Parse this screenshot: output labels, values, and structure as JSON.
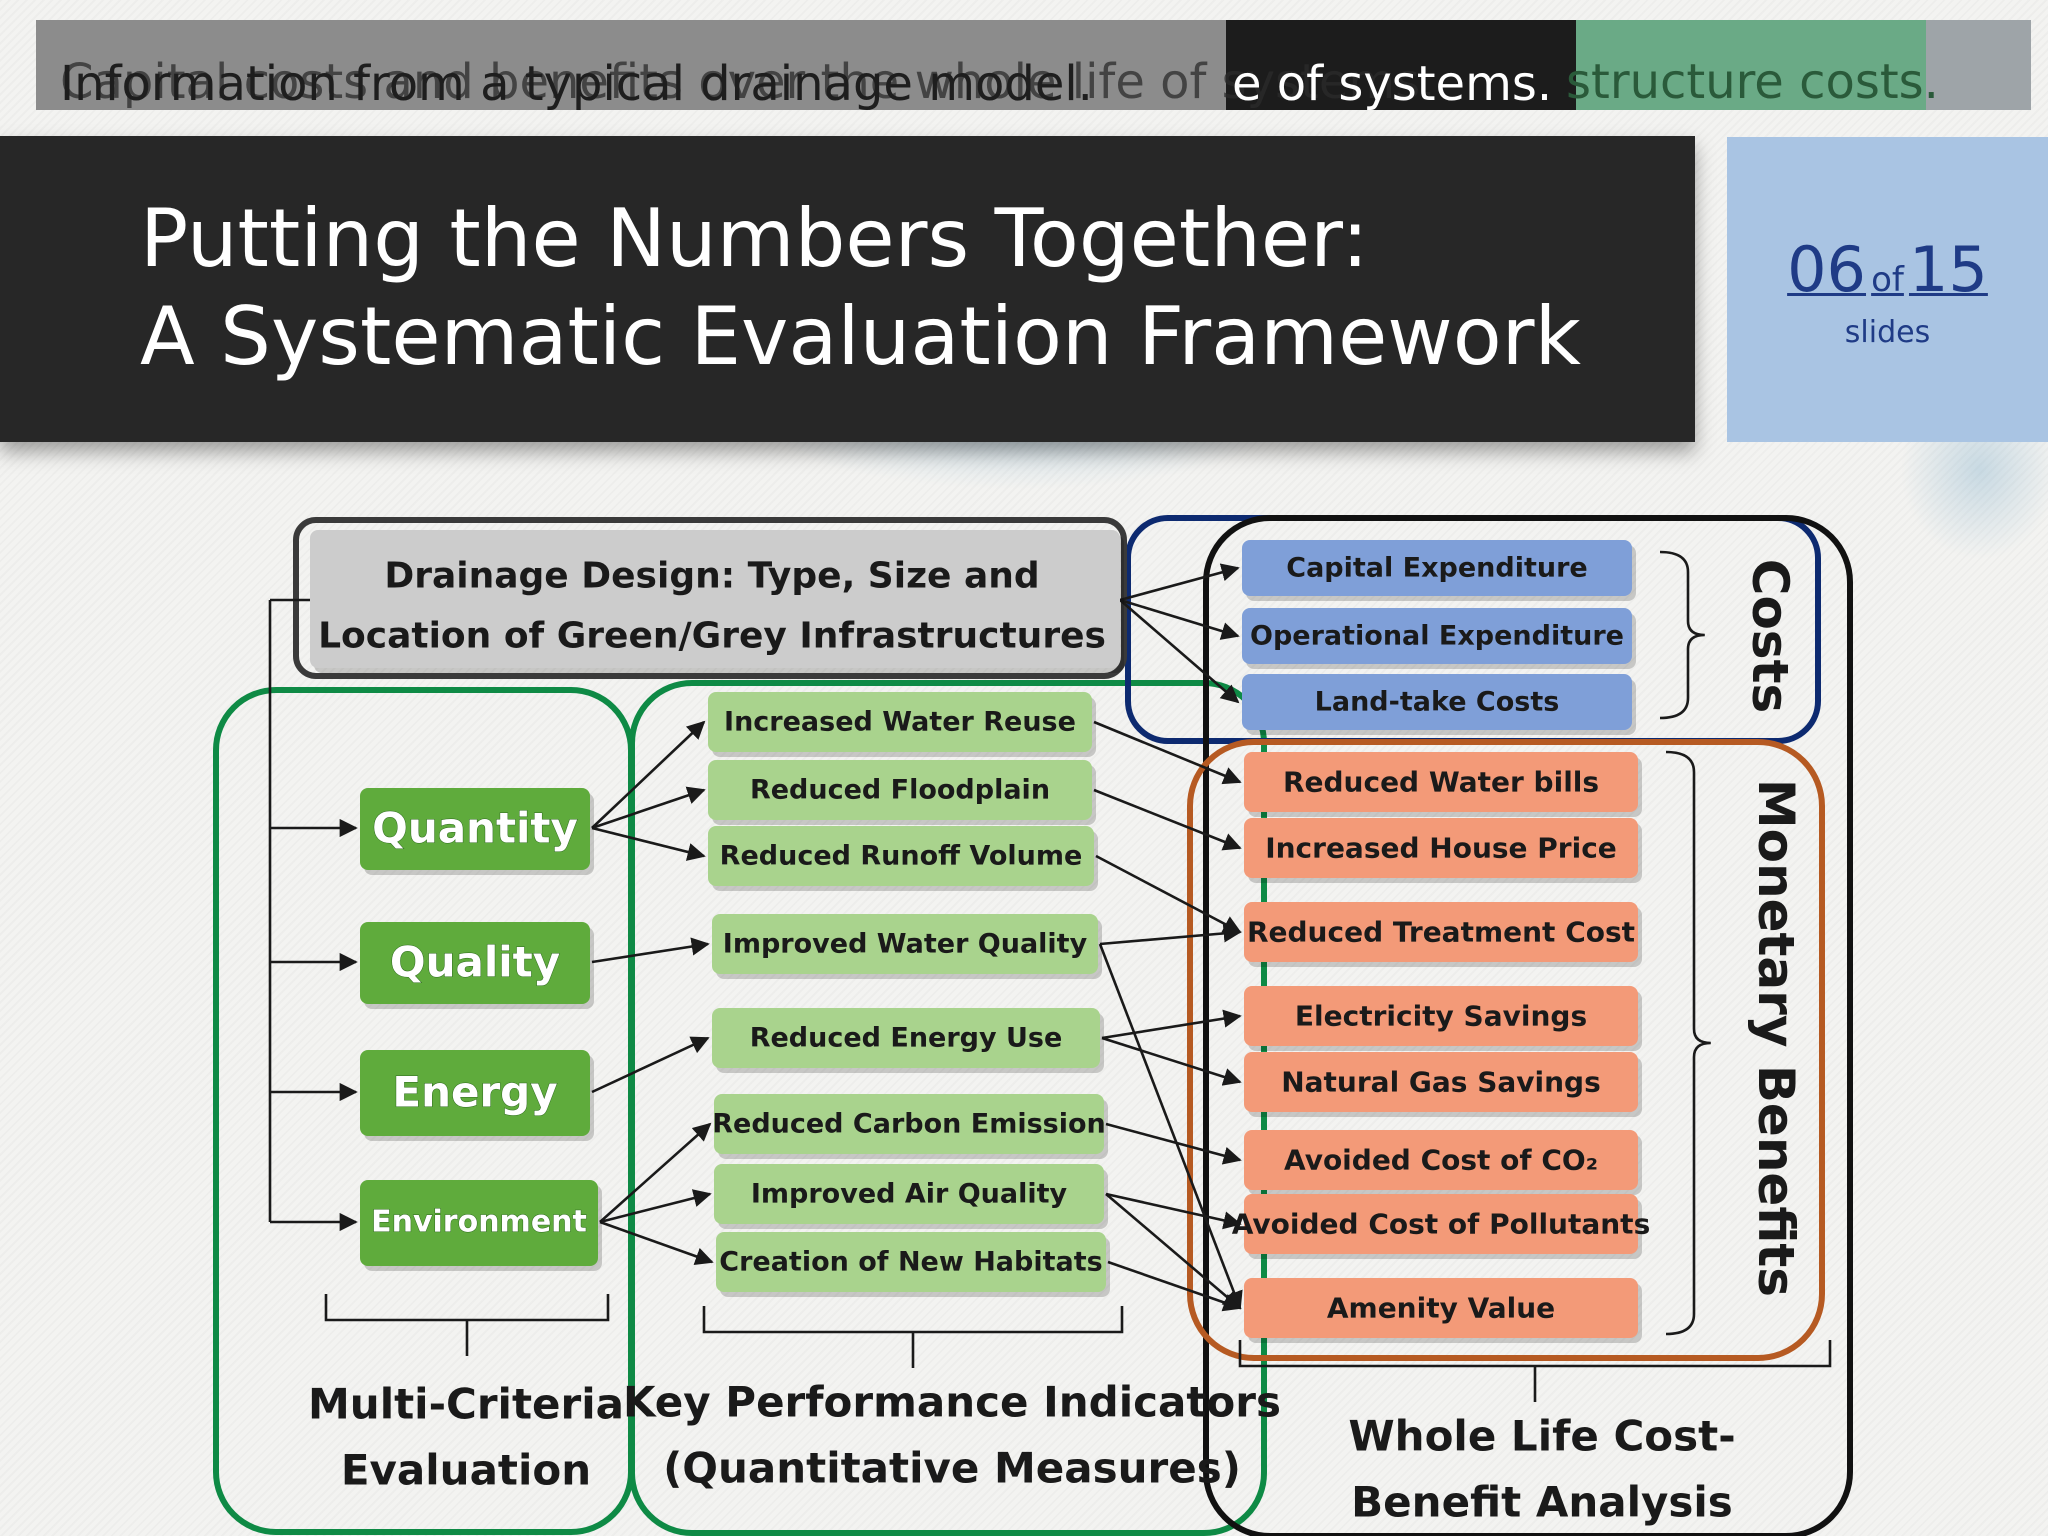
{
  "caption": {
    "line1": "Information from a typical drainage model.",
    "line2": "Capital costs and benefits over the whole life of systems.",
    "line3": "e of systems.",
    "line4": "structure costs."
  },
  "title": {
    "line1": "Putting the Numbers Together:",
    "line2": "A Systematic Evaluation Framework"
  },
  "slide_counter": {
    "current": "06",
    "of_label": "of",
    "total": "15",
    "unit": "slides"
  },
  "diagram": {
    "design_box": {
      "line1": "Drainage Design: Type, Size and",
      "line2": "Location of Green/Grey Infrastructures"
    },
    "criteria": [
      "Quantity",
      "Quality",
      "Energy",
      "Environment"
    ],
    "kpis": [
      "Increased Water Reuse",
      "Reduced Floodplain",
      "Reduced Runoff Volume",
      "Improved Water Quality",
      "Reduced Energy Use",
      "Reduced Carbon Emission",
      "Improved Air Quality",
      "Creation of New Habitats"
    ],
    "costs": [
      "Capital Expenditure",
      "Operational Expenditure",
      "Land-take Costs"
    ],
    "benefits": [
      "Reduced Water bills",
      "Increased House Price",
      "Reduced Treatment Cost",
      "Electricity Savings",
      "Natural Gas Savings",
      "Avoided Cost of CO₂",
      "Avoided Cost of Pollutants",
      "Amenity Value"
    ],
    "costs_label": "Costs",
    "benefits_label": "Monetary Benefits",
    "mce_label": {
      "line1": "Multi-Criteria",
      "line2": "Evaluation"
    },
    "kpi_label": {
      "line1": "Key Performance Indicators",
      "line2": "(Quantitative Measures)"
    },
    "wlcba_label": {
      "line1": "Whole Life Cost-",
      "line2": "Benefit Analysis"
    },
    "colors": {
      "criteria_fill": "#5fab3c",
      "kpi_fill": "#a9d38d",
      "cost_fill": "#7f9fd8",
      "benefit_fill": "#f39a78",
      "design_fill": "#cccccc",
      "green_outline": "#0e8a45",
      "navy_outline": "#0d2a70",
      "black_outline": "#111111",
      "orange_outline": "#b65a22"
    }
  }
}
